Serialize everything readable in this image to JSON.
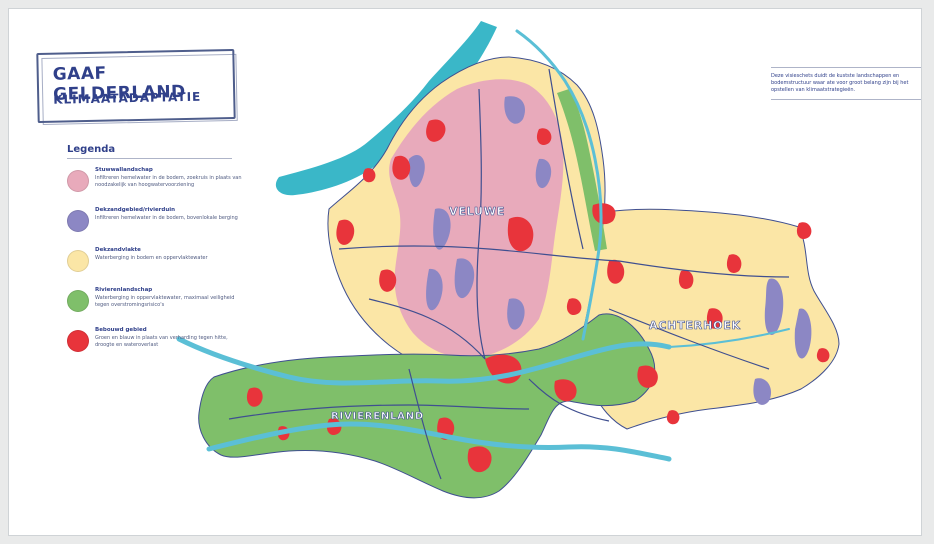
{
  "title": {
    "line1": "GAAF GELDERLAND",
    "line2": "KLIMAATADAPTATIE"
  },
  "legend": {
    "title": "Legenda",
    "items": [
      {
        "name": "Stuwwallandschap",
        "description": "Infiltreren hemelwater in de bodem, zoekruis in plaats van noodzakelijk van hoogwatervoorziening",
        "color": "#e8aabb"
      },
      {
        "name": "Dekzandgebied/rivierduin",
        "description": "Infiltreren hemelwater in de bodem, bovenlokale berging",
        "color": "#8c87c4"
      },
      {
        "name": "Dekzandvlakte",
        "description": "Waterberging in bodem en oppervlaktewater",
        "color": "#fbe6a6"
      },
      {
        "name": "Rivierenlandschap",
        "description": "Waterberging in oppervlaktewater, maximaal veiligheid tegen overstromingsrisico's",
        "color": "#7fbf6a"
      },
      {
        "name": "Bebouwd gebied",
        "description": "Groen en blauw in plaats van verharding tegen hitte, droogte en wateroverlast",
        "color": "#e8343b"
      }
    ]
  },
  "note": "Deze visieschets duidt de kustste landschappen en bodemstructuur waar ate voor groot belang zijn bij het opstellen van klimaatstrategieën.",
  "regions": {
    "veluwe": "VELUWE",
    "achterhoek": "ACHTERHOEK",
    "rivierenland": "RIVIERENLAND"
  },
  "colors": {
    "water": "#3ab7c8",
    "river": "#5bbfd6",
    "roads": "#3f4f90",
    "border": "#3f4f90"
  }
}
